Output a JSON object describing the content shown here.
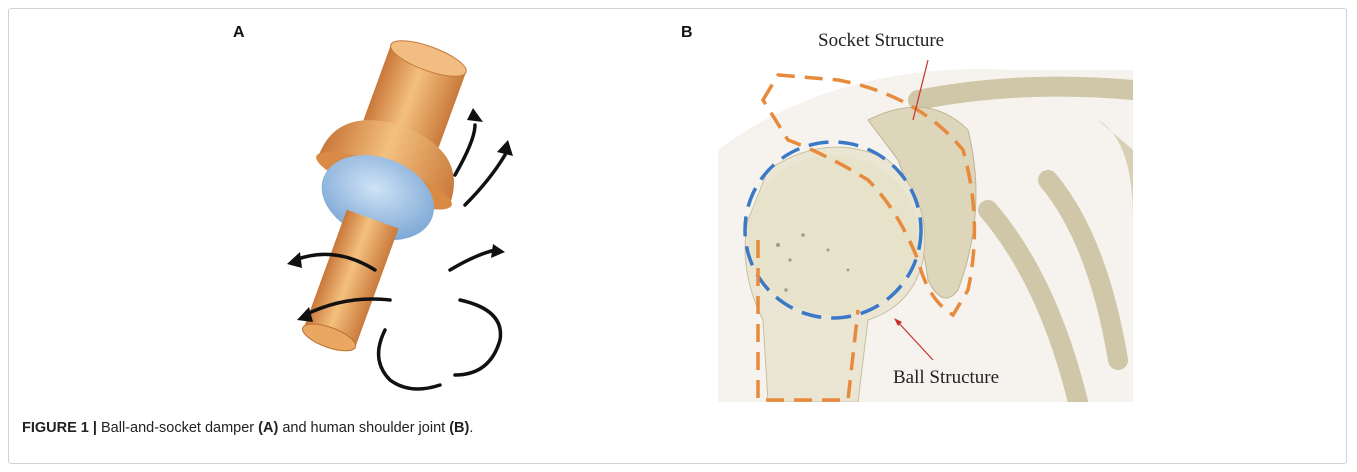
{
  "panels": {
    "a": {
      "label": "A"
    },
    "b": {
      "label": "B",
      "socket_label": "Socket Structure",
      "ball_label": "Ball Structure"
    }
  },
  "caption": {
    "figure_id": "FIGURE 1 |",
    "text_1": " Ball-and-socket damper ",
    "ref_a": "(A)",
    "text_2": " and human shoulder joint ",
    "ref_b": "(B)",
    "text_3": "."
  },
  "colors": {
    "copper": "#e8a35a",
    "ball_blue": "#9ec3e6",
    "socket_outline": "#e88a3c",
    "ball_outline": "#3a78c8",
    "bone": "#e9e4cf"
  }
}
